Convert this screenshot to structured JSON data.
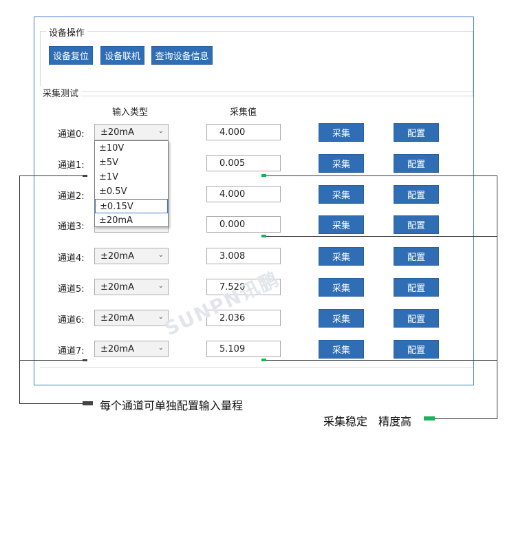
{
  "device_ops": {
    "title": "设备操作",
    "buttons": [
      "设备复位",
      "设备联机",
      "查询设备信息"
    ]
  },
  "acquisition": {
    "title": "采集测试",
    "col_input_type": "输入类型",
    "col_value": "采集值",
    "collect_label": "采集",
    "config_label": "配置",
    "channels": [
      {
        "label": "通道0:",
        "type": "±20mA",
        "value": "4.000"
      },
      {
        "label": "通道1:",
        "type": "",
        "value": "0.005"
      },
      {
        "label": "通道2:",
        "type": "",
        "value": "4.000"
      },
      {
        "label": "通道3:",
        "type": "",
        "value": "0.000"
      },
      {
        "label": "通道4:",
        "type": "±20mA",
        "value": "3.008"
      },
      {
        "label": "通道5:",
        "type": "±20mA",
        "value": "7.520"
      },
      {
        "label": "通道6:",
        "type": "±20mA",
        "value": "2.036"
      },
      {
        "label": "通道7:",
        "type": "±20mA",
        "value": "5.109"
      }
    ],
    "dropdown_options": [
      "±10V",
      "±5V",
      "±1V",
      "±0.5V",
      "±0.15V",
      "±20mA"
    ],
    "dropdown_selected": "±0.15V"
  },
  "watermark": "SUNPN讯鹏",
  "annotations": {
    "left_note": "每个通道可单独配置输入量程",
    "right_note": "采集稳定　精度高",
    "dark_color": "#444444",
    "green_color": "#1bb35a"
  }
}
